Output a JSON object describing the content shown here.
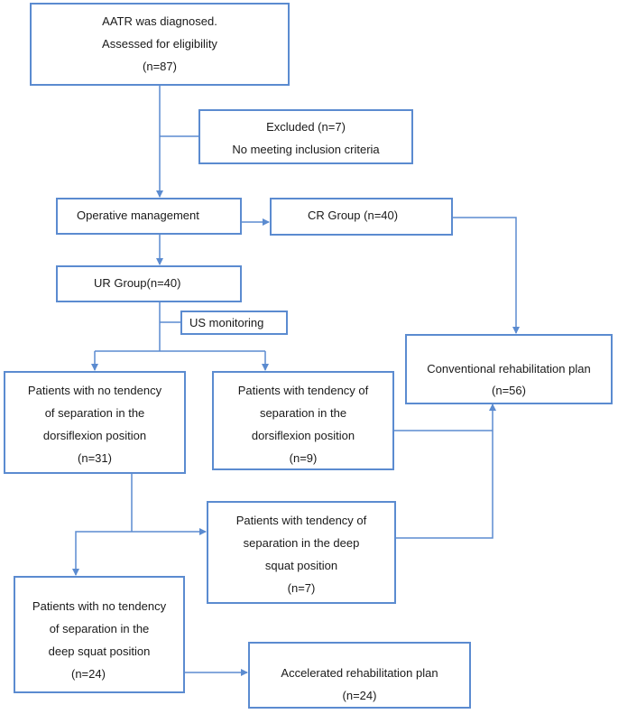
{
  "colors": {
    "box_border": "#5b8bd0",
    "connector": "#5b8bd0",
    "text": "#1a1a1a"
  },
  "boxes": {
    "diagnosed": {
      "line1": "AATR was diagnosed.",
      "line2": "Assessed for eligibility",
      "line3": "(n=87)"
    },
    "excluded": {
      "line1": "Excluded (n=7)",
      "line2": "No meeting inclusion criteria"
    },
    "operative": {
      "line1": "Operative management"
    },
    "cr_group": {
      "line1": "CR Group (n=40)"
    },
    "ur_group": {
      "line1": "UR Group(n=40)"
    },
    "us_monitoring": {
      "line1": "US monitoring"
    },
    "conventional": {
      "line1": "Conventional rehabilitation plan",
      "line2": "(n=56)"
    },
    "no_tendency_dorsiflexion": {
      "line1": "Patients with no tendency",
      "line2": "of separation in the",
      "line3": "dorsiflexion position",
      "line4": "(n=31)"
    },
    "tendency_dorsiflexion": {
      "line1": "Patients with tendency of",
      "line2": "separation in the",
      "line3": "dorsiflexion position",
      "line4": "(n=9)"
    },
    "tendency_squat": {
      "line1": "Patients with tendency of",
      "line2": "separation in the deep",
      "line3": "squat position",
      "line4": "(n=7)"
    },
    "no_tendency_squat": {
      "line1": "Patients with no tendency",
      "line2": "of separation in the",
      "line3": "deep squat position",
      "line4": "(n=24)"
    },
    "accelerated": {
      "line1": "Accelerated rehabilitation plan",
      "line2": "(n=24)"
    }
  }
}
